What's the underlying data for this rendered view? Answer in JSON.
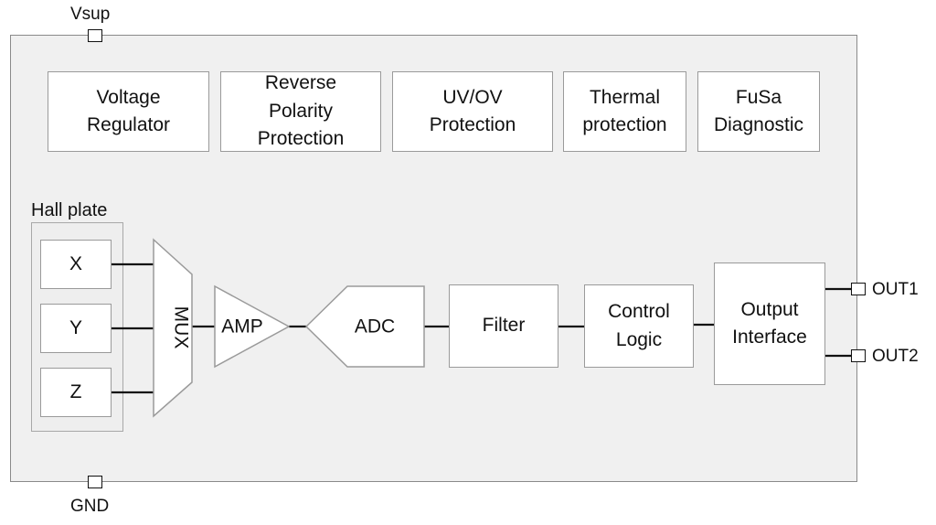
{
  "pins": {
    "vsup": "Vsup",
    "gnd": "GND",
    "out1": "OUT1",
    "out2": "OUT2"
  },
  "top_blocks": [
    "Voltage\nRegulator",
    "Reverse\nPolarity\nProtection",
    "UV/OV\nProtection",
    "Thermal\nprotection",
    "FuSa\nDiagnostic"
  ],
  "hall": {
    "title": "Hall plate",
    "x": "X",
    "y": "Y",
    "z": "Z"
  },
  "signal_chain": {
    "mux": "MUX",
    "amp": "AMP",
    "adc": "ADC",
    "filter": "Filter",
    "control_logic": "Control\nLogic",
    "output_interface": "Output\nInterface"
  }
}
